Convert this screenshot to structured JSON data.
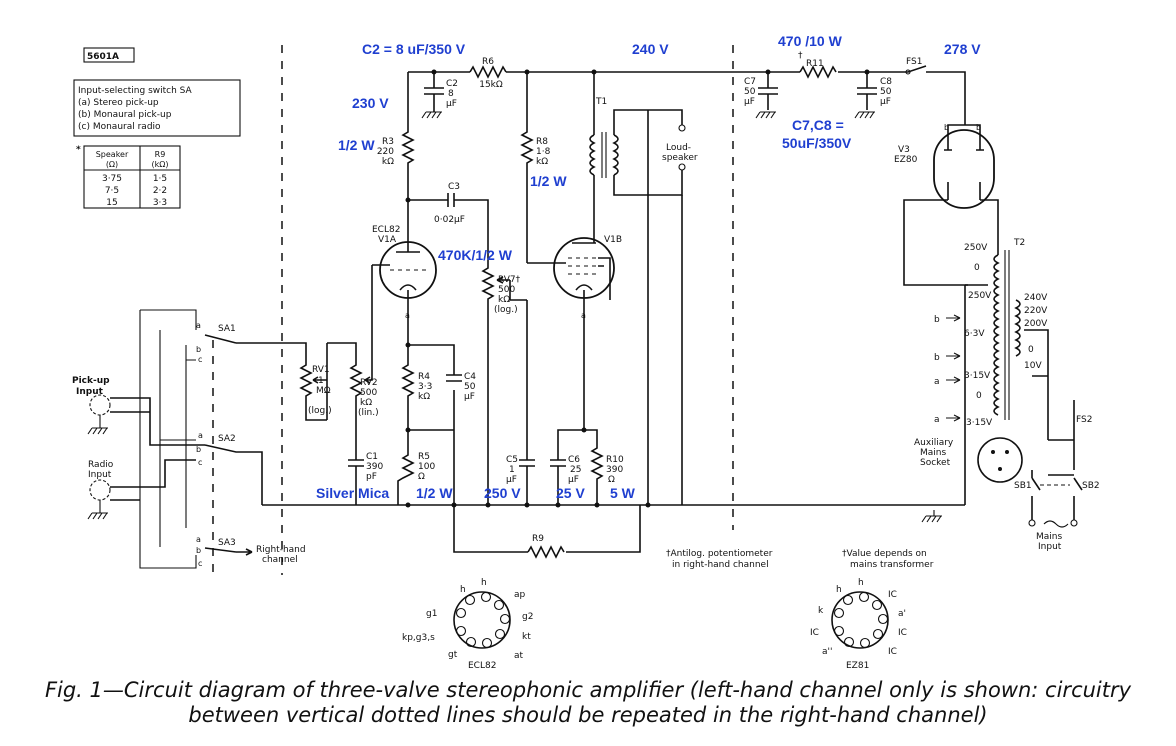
{
  "figure_id": "5601A",
  "switch_box": {
    "title": "Input-selecting switch SA",
    "items": [
      "(a) Stereo pick-up",
      "(b) Monaural pick-up",
      "(c) Monaural radio"
    ]
  },
  "speaker_table": {
    "star": "*",
    "header": [
      "Speaker (Ω)",
      "R9 (kΩ)"
    ],
    "col_a_header": [
      "Speaker",
      "(Ω)"
    ],
    "col_b_header": [
      "R9",
      "(kΩ)"
    ],
    "rows": [
      [
        "3·75",
        "1·5"
      ],
      [
        "7·5",
        "2·2"
      ],
      [
        "15",
        "3·3"
      ]
    ]
  },
  "annotations": {
    "c2": "C2 = 8 uF/350 V",
    "v240": "240 V",
    "r11": "470 /10 W",
    "v278": "278 V",
    "v230": "230 V",
    "half_w_r3": "1/2 W",
    "c7c8_a": "C7,C8 =",
    "c7c8_b": "50uF/350V",
    "half_w_r8": "1/2 W",
    "rv7": "470K/1/2 W",
    "silver_mica": "Silver Mica",
    "half_w_r5": "1/2 W",
    "v250": "250 V",
    "v25": "25 V",
    "w5": "5 W"
  },
  "components": {
    "r6": [
      "R6",
      "15kΩ"
    ],
    "c2": [
      "C2",
      "8",
      "µF"
    ],
    "r3": [
      "R3",
      "220",
      "kΩ"
    ],
    "c3": [
      "C3",
      "0·02µF"
    ],
    "r8": [
      "R8",
      "1·8",
      "kΩ"
    ],
    "t1": "T1",
    "loudspeaker": [
      "Loud-",
      "speaker"
    ],
    "c7": [
      "C7",
      "50",
      "µF"
    ],
    "r11": [
      "†",
      "R11"
    ],
    "c8": [
      "C8",
      "50",
      "µF"
    ],
    "fs1": "FS1",
    "v3": [
      "V3",
      "EZ80"
    ],
    "v1a": [
      "ECL82",
      "V1A"
    ],
    "v1b": "V1B",
    "rv7": [
      "RV7†",
      "500",
      "kΩ",
      "(log.)"
    ],
    "t2": "T2",
    "sa1": "SA1",
    "sa2": "SA2",
    "sa3": "SA3",
    "rv1": [
      "RV1",
      "1",
      "MΩ",
      "(log.)"
    ],
    "rv2": [
      "RV2",
      "500",
      "kΩ",
      "(lin.)"
    ],
    "r4": [
      "R4",
      "3·3",
      "kΩ"
    ],
    "c4": [
      "C4",
      "50",
      "µF"
    ],
    "c1": [
      "C1",
      "390",
      "pF"
    ],
    "r5": [
      "R5",
      "100",
      "Ω"
    ],
    "c5": [
      "C5",
      "1",
      "µF"
    ],
    "c6": [
      "C6",
      "25",
      "µF"
    ],
    "r10": [
      "R10",
      "390",
      "Ω"
    ],
    "r9": "R9",
    "fs2": "FS2",
    "sb1": "SB1",
    "sb2": "SB2"
  },
  "t2_taps": [
    "250V",
    "0",
    "250V",
    "6·3V",
    "3·15V",
    "0",
    "3·15V",
    "240V",
    "220V",
    "200V",
    "0",
    "10V"
  ],
  "ground_letters": [
    "b",
    "b",
    "a",
    "a"
  ],
  "inputs": {
    "pickup": [
      "Pick-up",
      "Input"
    ],
    "radio": [
      "Radio",
      "Input"
    ],
    "right_hand": [
      "Right-hand",
      "channel"
    ],
    "aux": [
      "Auxiliary",
      "Mains",
      "Socket"
    ],
    "mains": [
      "Mains",
      "Input"
    ]
  },
  "notes": {
    "antilog": [
      "†Antilog. potentiometer",
      "in right-hand channel"
    ],
    "value_dep": [
      "†Value depends on",
      "mains transformer"
    ]
  },
  "pinouts": {
    "ecl82": {
      "name": "ECL82",
      "labels": [
        "h",
        "h",
        "ap",
        "g2",
        "kt",
        "at",
        "gt",
        "kp,g3,s",
        "g1"
      ]
    },
    "ez81": {
      "name": "EZ81",
      "labels": [
        "h",
        "h",
        "IC",
        "a'",
        "IC",
        "IC",
        "a''",
        "IC",
        "k"
      ]
    }
  },
  "switch_letters": [
    "a",
    "b",
    "c"
  ],
  "caption": {
    "line1": "Fig. 1—Circuit diagram of three-valve stereophonic amplifier (left-hand channel only is shown: circuitry",
    "line2": "between vertical dotted lines should be repeated in the right-hand channel)"
  },
  "colors": {
    "ink": "#111111",
    "annotation_blue": "#1f3fd0",
    "background": "#ffffff"
  }
}
